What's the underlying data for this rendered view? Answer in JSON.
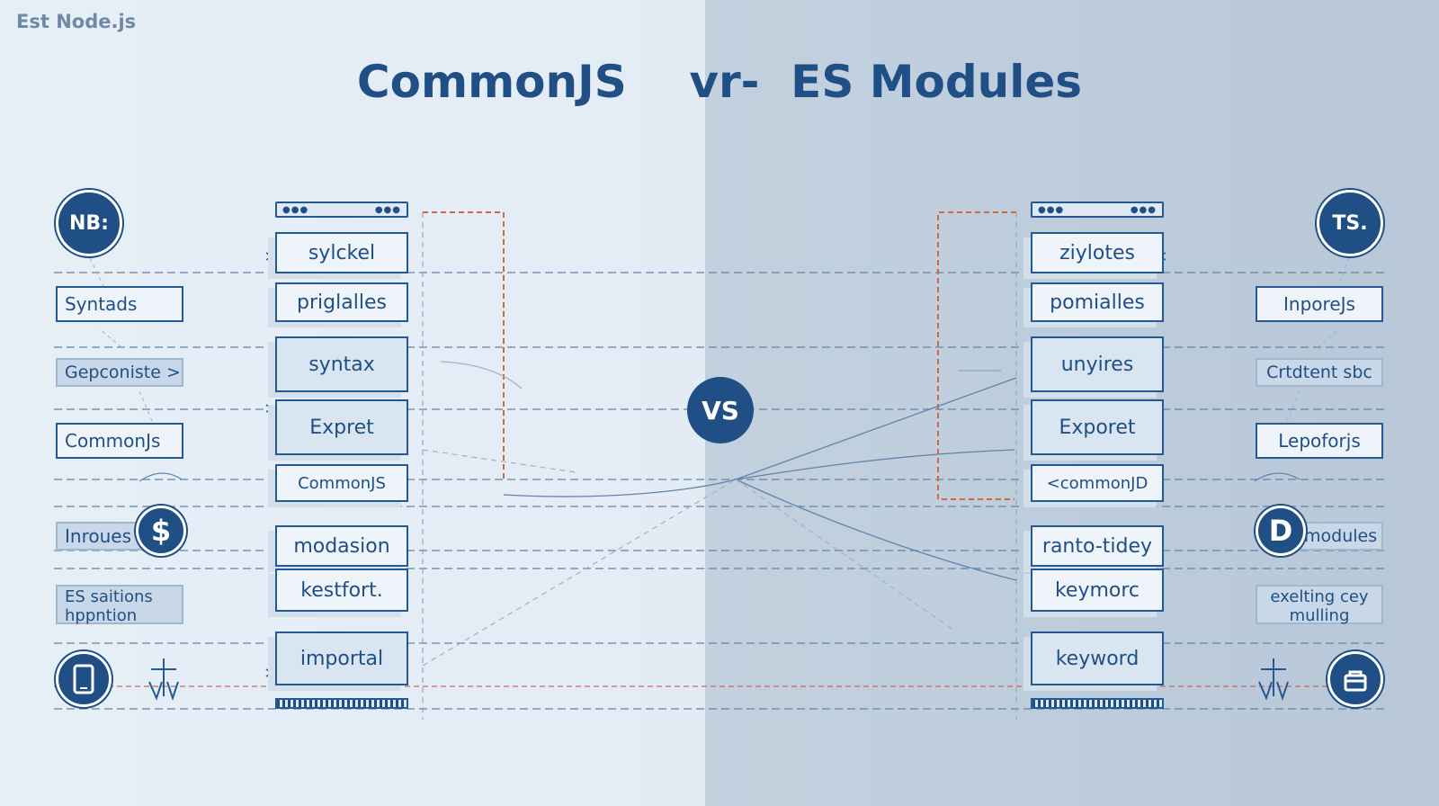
{
  "header": {
    "brand": "Est Node.js",
    "title": "CommonJS    vr-  ES Modules"
  },
  "center": {
    "vs": "VS"
  },
  "left": {
    "badge": "NB:",
    "labels": [
      "Syntads",
      "Gepconiste >",
      "CommonJs",
      "Inroues",
      "ES saitions hppntion"
    ],
    "boxes": [
      "sylckel",
      "priglalles",
      "syntax",
      "Expret",
      "CommonJS",
      "modasion",
      "kestfort.",
      "importal"
    ],
    "icons": [
      "dollar-icon",
      "mobile-icon",
      "anchor-icon"
    ]
  },
  "right": {
    "badge": "TS.",
    "labels": [
      "InporeJs",
      "Crtdtent sbc",
      "Lepoforjs",
      "modules",
      "exelting cey mulling"
    ],
    "boxes": [
      "ziylotes",
      "pomialles",
      "unyires",
      "Exporet",
      "<commonJD",
      "ranto-tidey",
      "keymorc",
      "keyword"
    ],
    "icons": [
      "module-d-icon",
      "anchor-icon",
      "bag-icon"
    ]
  },
  "colors": {
    "primary": "#1f4f85",
    "left_panel": "#e6eef6",
    "right_panel": "#bccbdb",
    "accent_dashed": "#d2693c"
  }
}
